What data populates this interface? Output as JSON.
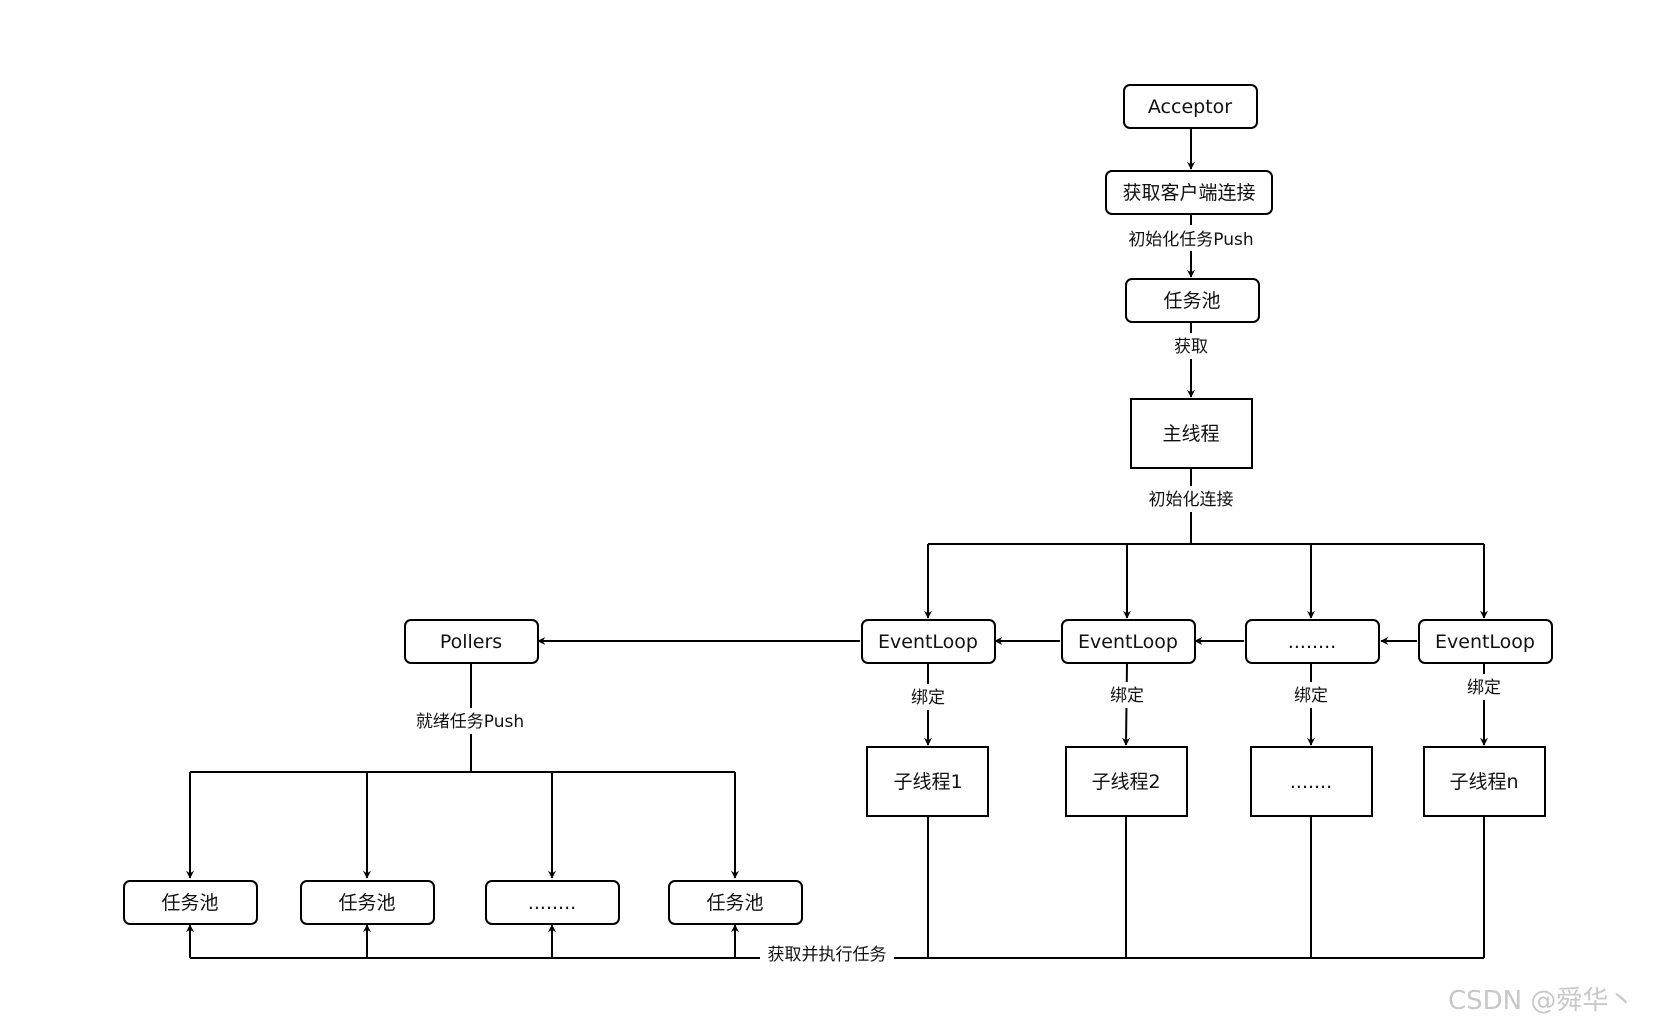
{
  "nodes": {
    "acceptor": "Acceptor",
    "get_client_conn": "获取客户端连接",
    "task_pool_top": "任务池",
    "main_thread": "主线程",
    "eventloop_1": "EventLoop",
    "eventloop_2": "EventLoop",
    "eventloop_etc": "........",
    "eventloop_n": "EventLoop",
    "pollers": "Pollers",
    "sub_thread_1": "子线程1",
    "sub_thread_2": "子线程2",
    "sub_thread_etc": ".......",
    "sub_thread_n": "子线程n",
    "pool_1": "任务池",
    "pool_2": "任务池",
    "pool_etc": "........",
    "pool_4": "任务池"
  },
  "edge_labels": {
    "init_task_push": "初始化任务Push",
    "fetch": "获取",
    "init_connection": "初始化连接",
    "bind_1": "绑定",
    "bind_2": "绑定",
    "bind_etc": "绑定",
    "bind_n": "绑定",
    "ready_task_push": "就绪任务Push",
    "fetch_and_execute": "获取并执行任务"
  },
  "watermark": "CSDN @舜华丶"
}
